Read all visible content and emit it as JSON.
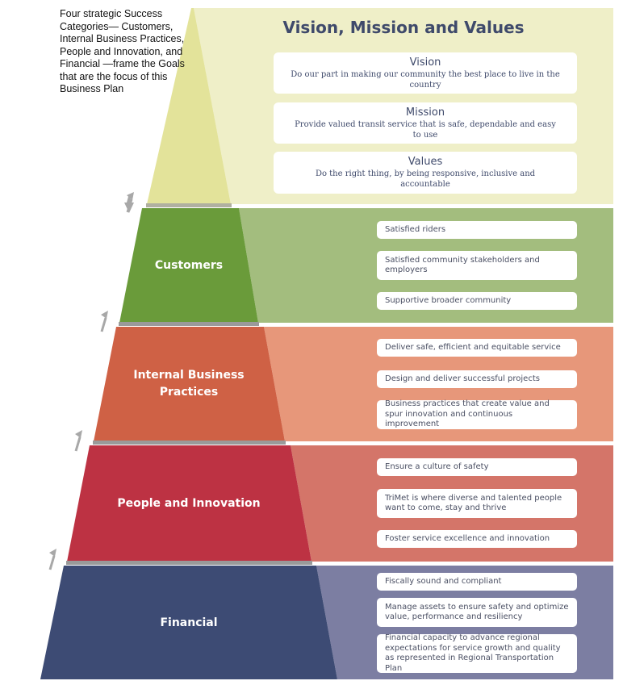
{
  "intro_text": "Four strategic Success Categories— Customers, Internal Business Practices, People and Innovation, and Financial —frame the Goals that are the focus of this Business Plan",
  "colors": {
    "vision_band": "#efefc8",
    "vision_tier": "#e3e39a",
    "customers_band": "#a3bd7e",
    "customers_tier": "#6a9b3a",
    "internal_band": "#e7977a",
    "internal_tier": "#cf6145",
    "people_band": "#d47569",
    "people_tier": "#bd3243",
    "financial_band": "#7c7ea2",
    "financial_tier": "#3d4b74",
    "arrow": "#a8a8a8",
    "heading_text": "#3f4a6b"
  },
  "vision_section": {
    "title": "Vision, Mission and Values",
    "vision": {
      "heading": "Vision",
      "text": "Do our part in making our community the best place to live in the country"
    },
    "mission": {
      "heading": "Mission",
      "text": "Provide valued transit service that is safe, dependable and easy to use"
    },
    "values": {
      "heading": "Values",
      "text": "Do the right thing, by being responsive, inclusive and accountable"
    }
  },
  "tiers": {
    "customers": {
      "label": "Customers",
      "goals": [
        "Satisfied riders",
        "Satisfied community stakeholders and employers",
        "Supportive broader community"
      ]
    },
    "internal": {
      "label": "Internal Business Practices",
      "goals": [
        "Deliver safe, efficient and equitable service",
        "Design and deliver successful projects",
        "Business practices that create value and spur innovation and continuous improvement"
      ]
    },
    "people": {
      "label": "People and Innovation",
      "goals": [
        "Ensure a culture of safety",
        "TriMet is where diverse and talented people want to come, stay and thrive",
        "Foster service excellence and innovation"
      ]
    },
    "financial": {
      "label": "Financial",
      "goals": [
        "Fiscally sound and compliant",
        "Manage assets to ensure safety and optimize value, performance and resiliency",
        "Financial capacity to advance regional expectations for service growth and quality as represented in Regional Transportation Plan"
      ]
    }
  }
}
